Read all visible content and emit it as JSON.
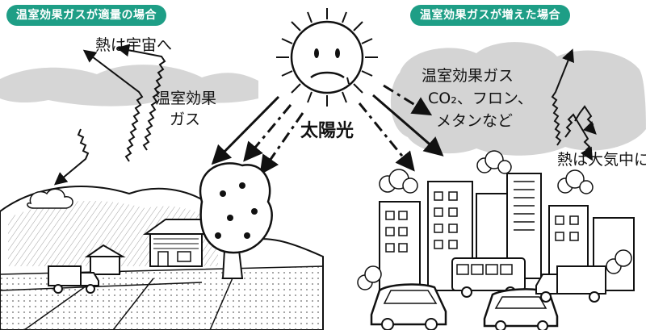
{
  "colors": {
    "badge": "#1e9e86",
    "cloud": "#d8d8d8",
    "ink": "#111111"
  },
  "badges": {
    "left": "温室効果ガスが適量の場合",
    "right": "温室効果ガスが増えた場合"
  },
  "labels": {
    "heat_to_space": "熱は宇宙へ",
    "ghg_left_line1": "温室効果",
    "ghg_left_line2": "ガス",
    "sunlight": "太陽光",
    "ghg_right_line1": "温室効果ガス",
    "ghg_right_line2": "CO₂、フロン、",
    "ghg_right_line3": "メタンなど",
    "heat_trapped": "熱は大気中に"
  },
  "icons": [
    "sun-icon",
    "cloud-icon",
    "tree-icon",
    "house-icon",
    "truck-icon",
    "car-icon",
    "building-icon",
    "heat-arrow-icon",
    "sunlight-arrow-icon"
  ]
}
